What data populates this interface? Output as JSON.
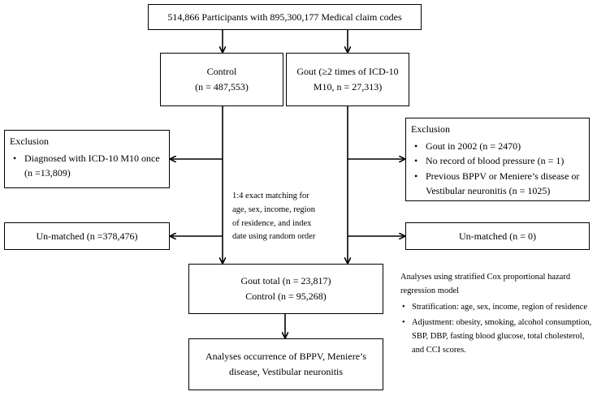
{
  "top": {
    "line1": "514,866 Participants with 895,300,177 Medical claim codes"
  },
  "control_box": {
    "line1": "Control",
    "line2": "(n = 487,553)"
  },
  "gout_box": {
    "line1": "Gout (≥2 times of ICD-10",
    "line2": "M10, n = 27,313)"
  },
  "exclusion_left": {
    "title": "Exclusion",
    "items": [
      "Diagnosed with ICD-10 M10 once (n =13,809)"
    ]
  },
  "exclusion_right": {
    "title": "Exclusion",
    "items": [
      "Gout in 2002 (n = 2470)",
      "No record of  blood pressure (n = 1)",
      "Previous BPPV or Meniere’s disease or Vestibular neuronitis (n = 1025)"
    ]
  },
  "matching_note": {
    "lines": [
      "1:4 exact matching for",
      "age, sex, income, region",
      "of residence, and index",
      "date using random order"
    ]
  },
  "unmatched_left": {
    "label": "Un-matched (n =378,476)"
  },
  "unmatched_right": {
    "label": "Un-matched (n = 0)"
  },
  "total_box": {
    "line1": "Gout total (n = 23,817)",
    "line2": "Control (n = 95,268)"
  },
  "outcome_box": {
    "line1": "Analyses occurrence of BPPV, Meniere’s",
    "line2": "disease, Vestibular neuronitis"
  },
  "analysis_note": {
    "intro": "Analyses using stratified Cox proportional hazard regression model",
    "items": [
      "Stratification: age, sex, income, region of residence",
      "Adjustment: obesity, smoking, alcohol consumption, SBP, DBP, fasting blood glucose, total cholesterol, and CCI scores."
    ]
  }
}
